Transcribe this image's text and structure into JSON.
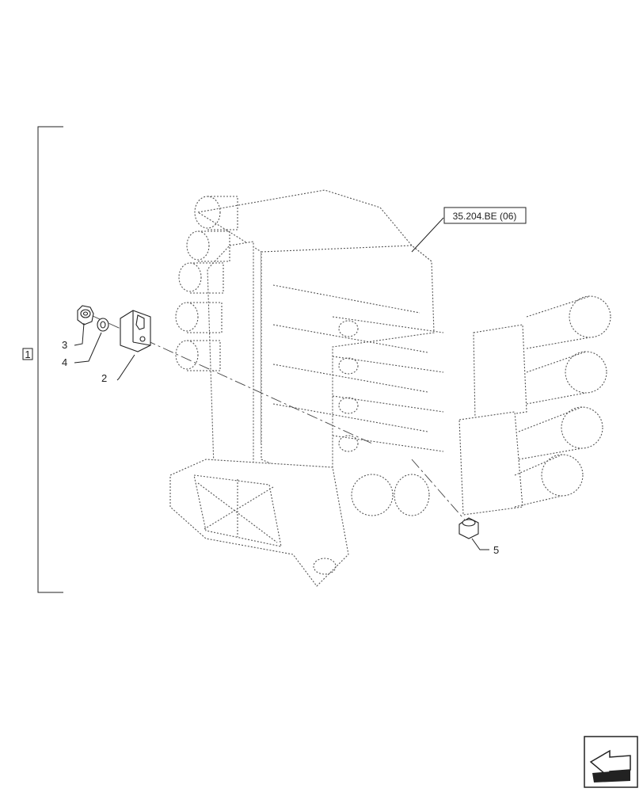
{
  "diagram": {
    "assembly_callout": "1",
    "reference_label": "35.204.BE (06)",
    "part_callouts": [
      {
        "id": "2",
        "label": "2"
      },
      {
        "id": "3",
        "label": "3"
      },
      {
        "id": "4",
        "label": "4"
      },
      {
        "id": "5",
        "label": "5"
      }
    ],
    "nav_icon": "next-page-arrow-icon"
  }
}
